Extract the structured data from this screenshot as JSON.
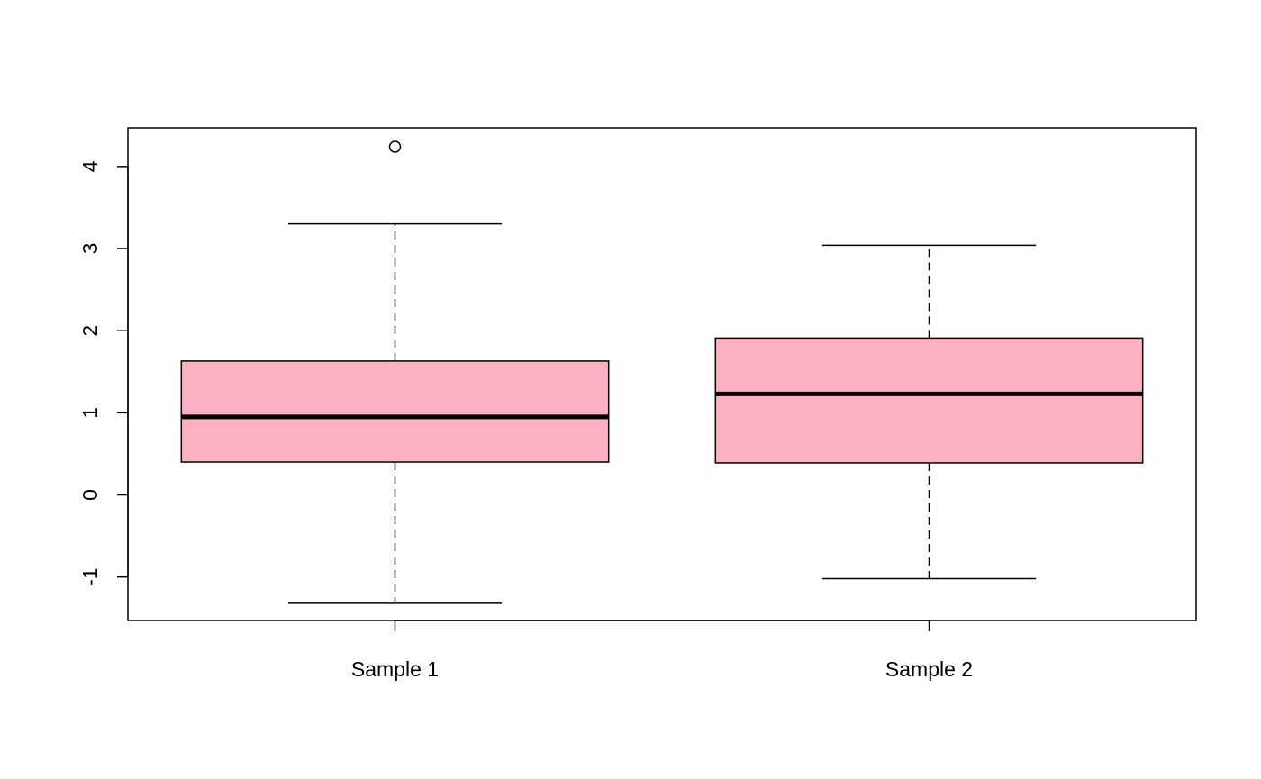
{
  "chart_data": {
    "type": "boxplot",
    "title": "",
    "xlabel": "",
    "ylabel": "",
    "categories": [
      "Sample 1",
      "Sample 2"
    ],
    "ylim": [
      -1.53,
      4.47
    ],
    "yticks": [
      "-1",
      "0",
      "1",
      "2",
      "3",
      "4"
    ],
    "grid": false,
    "boxes": [
      {
        "name": "Sample 1",
        "whisker_low": -1.32,
        "q1": 0.4,
        "median": 0.95,
        "q3": 1.63,
        "whisker_high": 3.3,
        "outliers": [
          4.24
        ]
      },
      {
        "name": "Sample 2",
        "whisker_low": -1.02,
        "q1": 0.39,
        "median": 1.23,
        "q3": 1.91,
        "whisker_high": 3.04,
        "outliers": []
      }
    ],
    "colors": {
      "box_fill": "#fdb0c2",
      "stroke": "#000000"
    }
  }
}
